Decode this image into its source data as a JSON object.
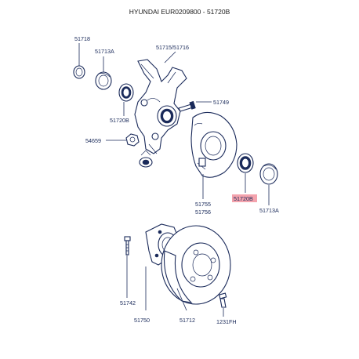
{
  "title": "HYUNDAI EUR0209800 - 51720B",
  "highlight_color": "#f4a3ad",
  "labels": {
    "p51718": "51718",
    "p51713A_top": "51713A",
    "p51715": "51715/51716",
    "p51720B_left": "51720B",
    "p51749": "51749",
    "p54659": "54659",
    "p51755": "51755",
    "p51756": "51756",
    "p51720B_right": "51720B",
    "p51713A_right": "51713A",
    "p51742": "51742",
    "p51750": "51750",
    "p51712": "51712",
    "p1231FH": "1231FH"
  }
}
